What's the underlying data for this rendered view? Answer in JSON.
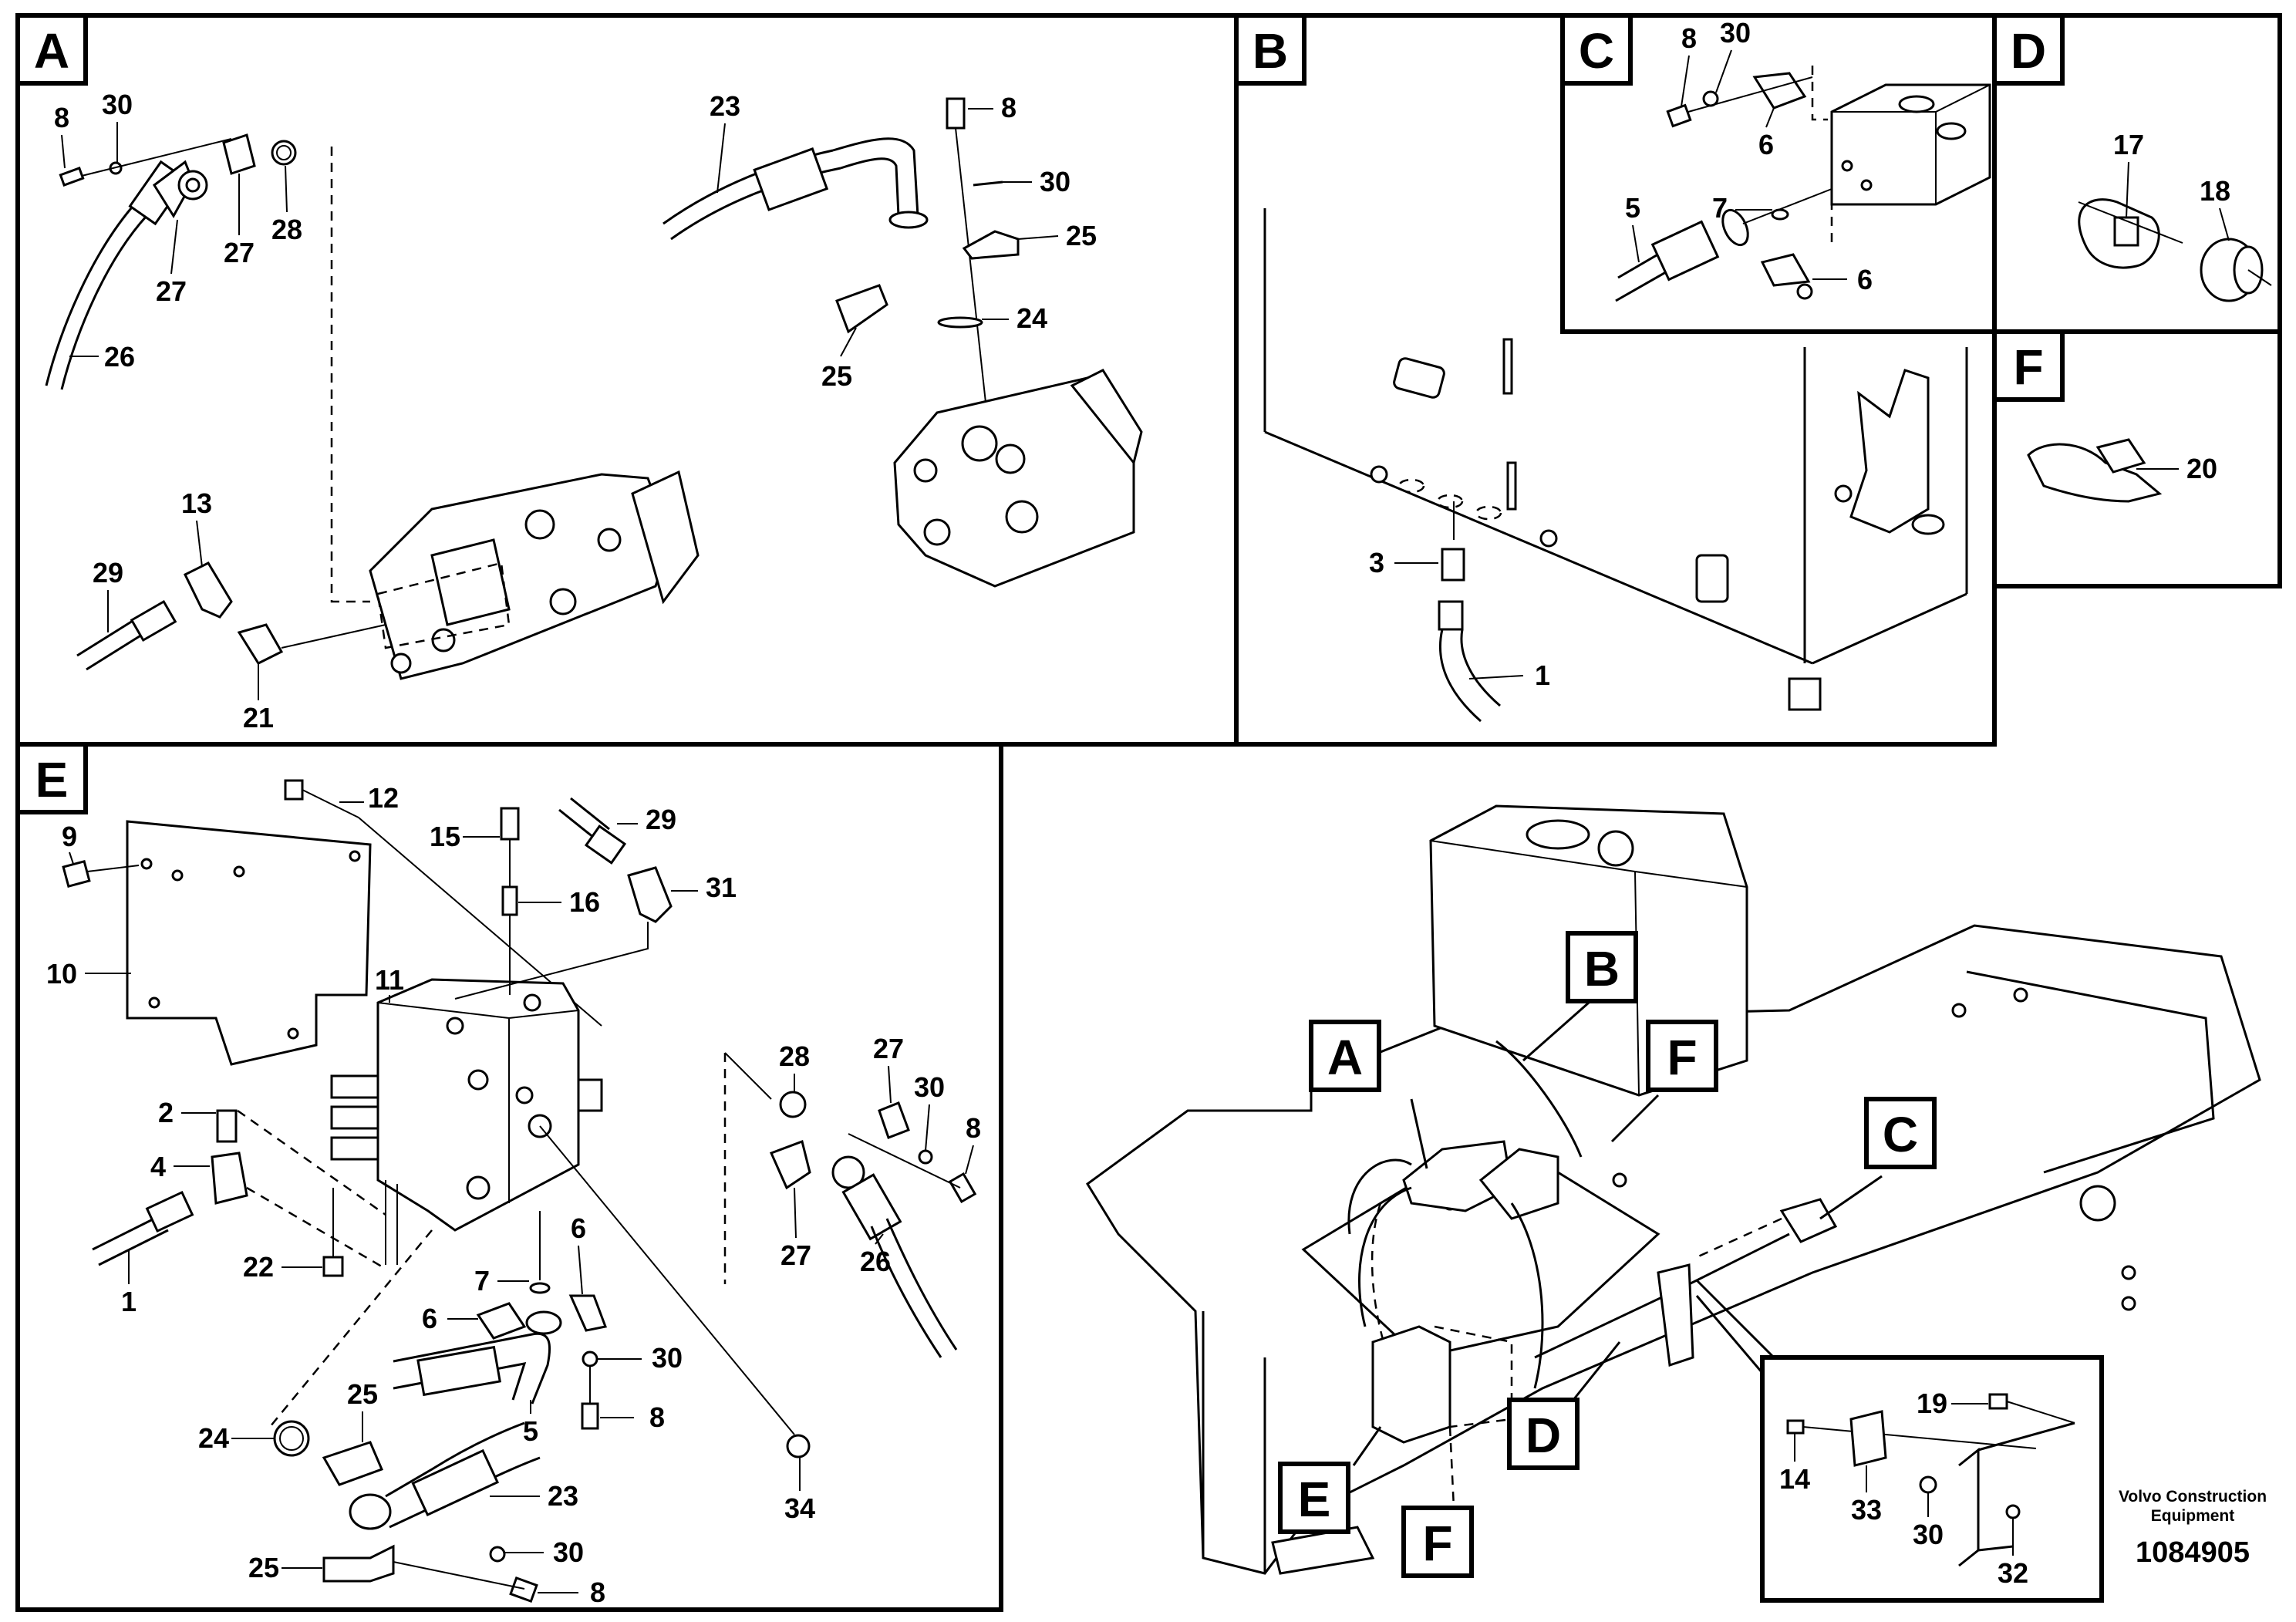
{
  "panels": {
    "A": {
      "tag": "A",
      "labels": {
        "l8": "8",
        "l30": "30",
        "l27a": "27",
        "l27b": "27",
        "l28": "28",
        "l26": "26",
        "l13": "13",
        "l29": "29",
        "l21": "21",
        "l23": "23",
        "l8b": "8",
        "l30b": "30",
        "l25a": "25",
        "l24": "24",
        "l25b": "25"
      }
    },
    "B": {
      "tag": "B",
      "labels": {
        "l3": "3",
        "l1": "1"
      }
    },
    "C": {
      "tag": "C",
      "labels": {
        "l8": "8",
        "l30": "30",
        "l6a": "6",
        "l5": "5",
        "l7": "7",
        "l6b": "6"
      }
    },
    "D": {
      "tag": "D",
      "labels": {
        "l17": "17",
        "l18": "18"
      }
    },
    "F": {
      "tag": "F",
      "labels": {
        "l20": "20"
      }
    },
    "E": {
      "tag": "E",
      "labels": {
        "l12": "12",
        "l9": "9",
        "l15": "15",
        "l29": "29",
        "l16": "16",
        "l31": "31",
        "l10": "10",
        "l11": "11",
        "l28": "28",
        "l27": "27",
        "l30": "30",
        "l8": "8",
        "l2": "2",
        "l4": "4",
        "l1": "1",
        "l22": "22",
        "l6a": "6",
        "l7": "7",
        "l6b": "6",
        "l30b": "30",
        "l27b": "27",
        "l26": "26",
        "l25": "25",
        "l5": "5",
        "l8b": "8",
        "l34": "34",
        "l24": "24",
        "l23": "23",
        "l25b": "25",
        "l30c": "30",
        "l8c": "8"
      }
    },
    "overview": {
      "tags": {
        "A": "A",
        "B": "B",
        "C": "C",
        "D": "D",
        "E": "E",
        "F": "F",
        "F2": "F"
      },
      "detail": {
        "l14": "14",
        "l33": "33",
        "l30": "30",
        "l19": "19",
        "l32": "32"
      }
    }
  },
  "footer": {
    "company_line1": "Volvo Construction",
    "company_line2": "Equipment",
    "doc_number": "1084905"
  }
}
